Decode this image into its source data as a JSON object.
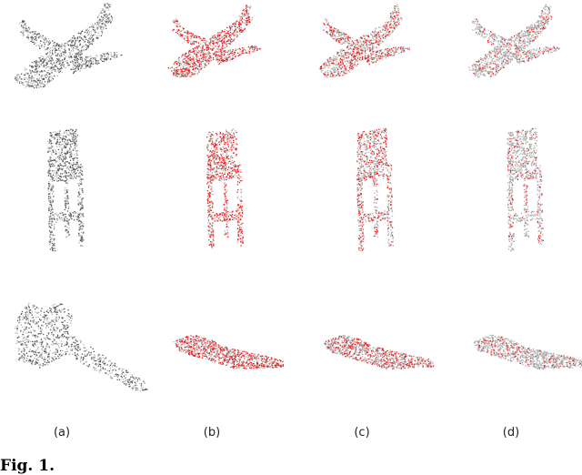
{
  "figure": {
    "subfigure_labels": [
      "(a)",
      "(b)",
      "(c)",
      "(d)"
    ],
    "rows": [
      "airplane",
      "chair",
      "guitar"
    ],
    "colors": {
      "point_gray": "#b0b0b0",
      "point_dark": "#555555",
      "highlight_red": "#ee1c1c"
    },
    "caption_label": "Fig. 1."
  }
}
